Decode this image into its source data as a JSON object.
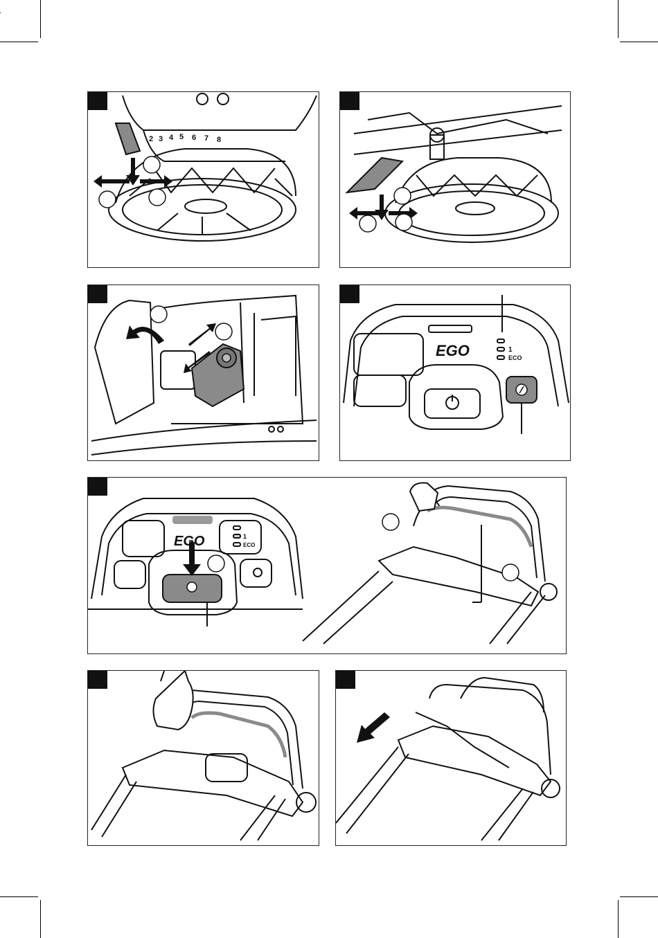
{
  "fig1": {
    "height_scale": [
      "2",
      "3",
      "4",
      "5",
      "6",
      "7",
      "8"
    ]
  },
  "control_panel": {
    "brand": "EGO",
    "indicator_1": "1",
    "indicator_eco": "ECO"
  },
  "colors": {
    "line": "#111111",
    "highlight_gray": "#8a8a8a",
    "light_gray": "#cfcfcf"
  }
}
